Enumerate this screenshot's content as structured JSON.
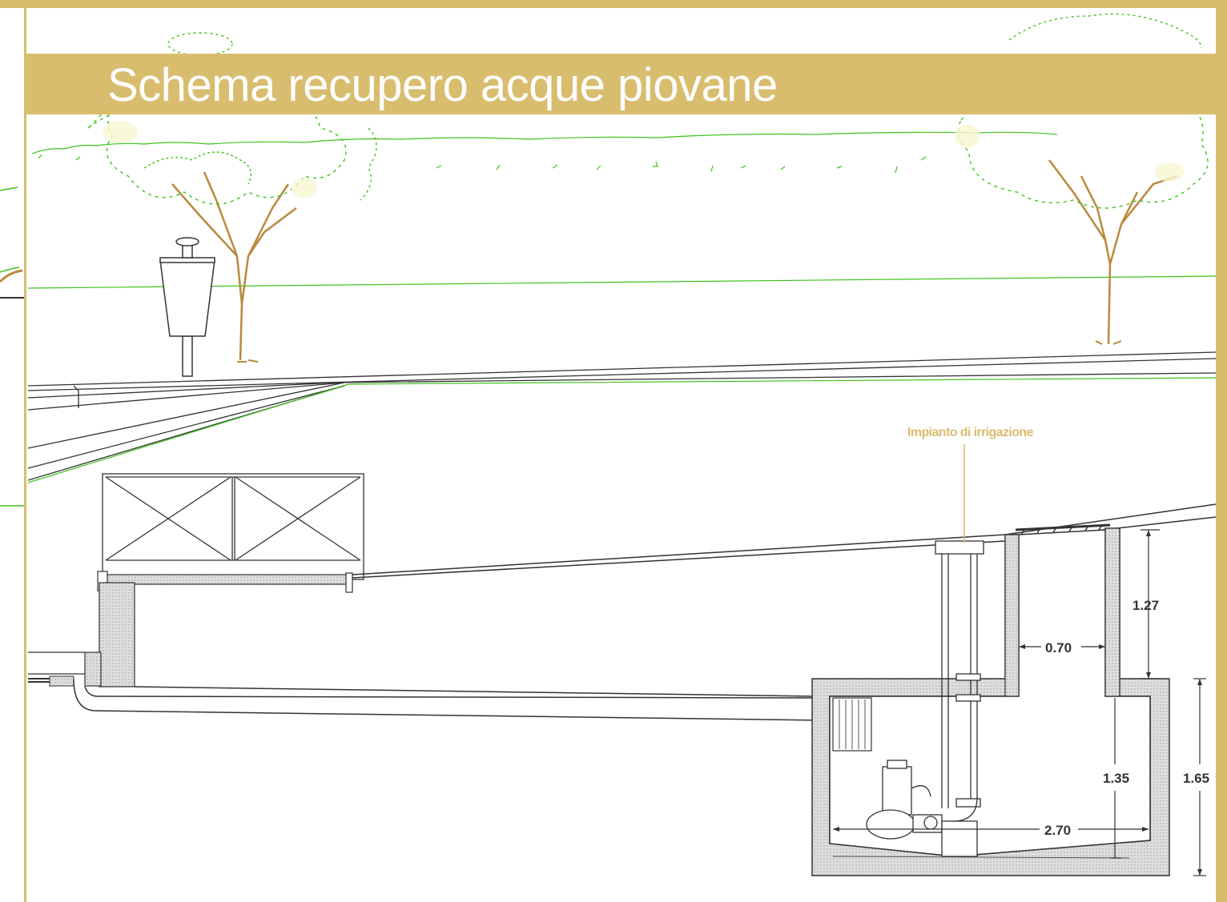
{
  "title": "Schema recupero acque piovane",
  "callout": {
    "label": "Impianto di irrigazione"
  },
  "dimensions": {
    "shaft_height": "1.27",
    "shaft_width": "0.70",
    "tank_inner_height": "1.35",
    "tank_outer_height": "1.65",
    "tank_width": "2.70"
  },
  "colors": {
    "accent_gold": "#d9bd6e",
    "vegetation_green": "#3ec21b",
    "trunk_brown": "#b98a3c",
    "drawing_line": "#333333",
    "concrete_hatch": "#c8c8c8"
  },
  "icons": [
    "tree-icon",
    "street-lamp-icon",
    "submersible-pump-icon"
  ]
}
